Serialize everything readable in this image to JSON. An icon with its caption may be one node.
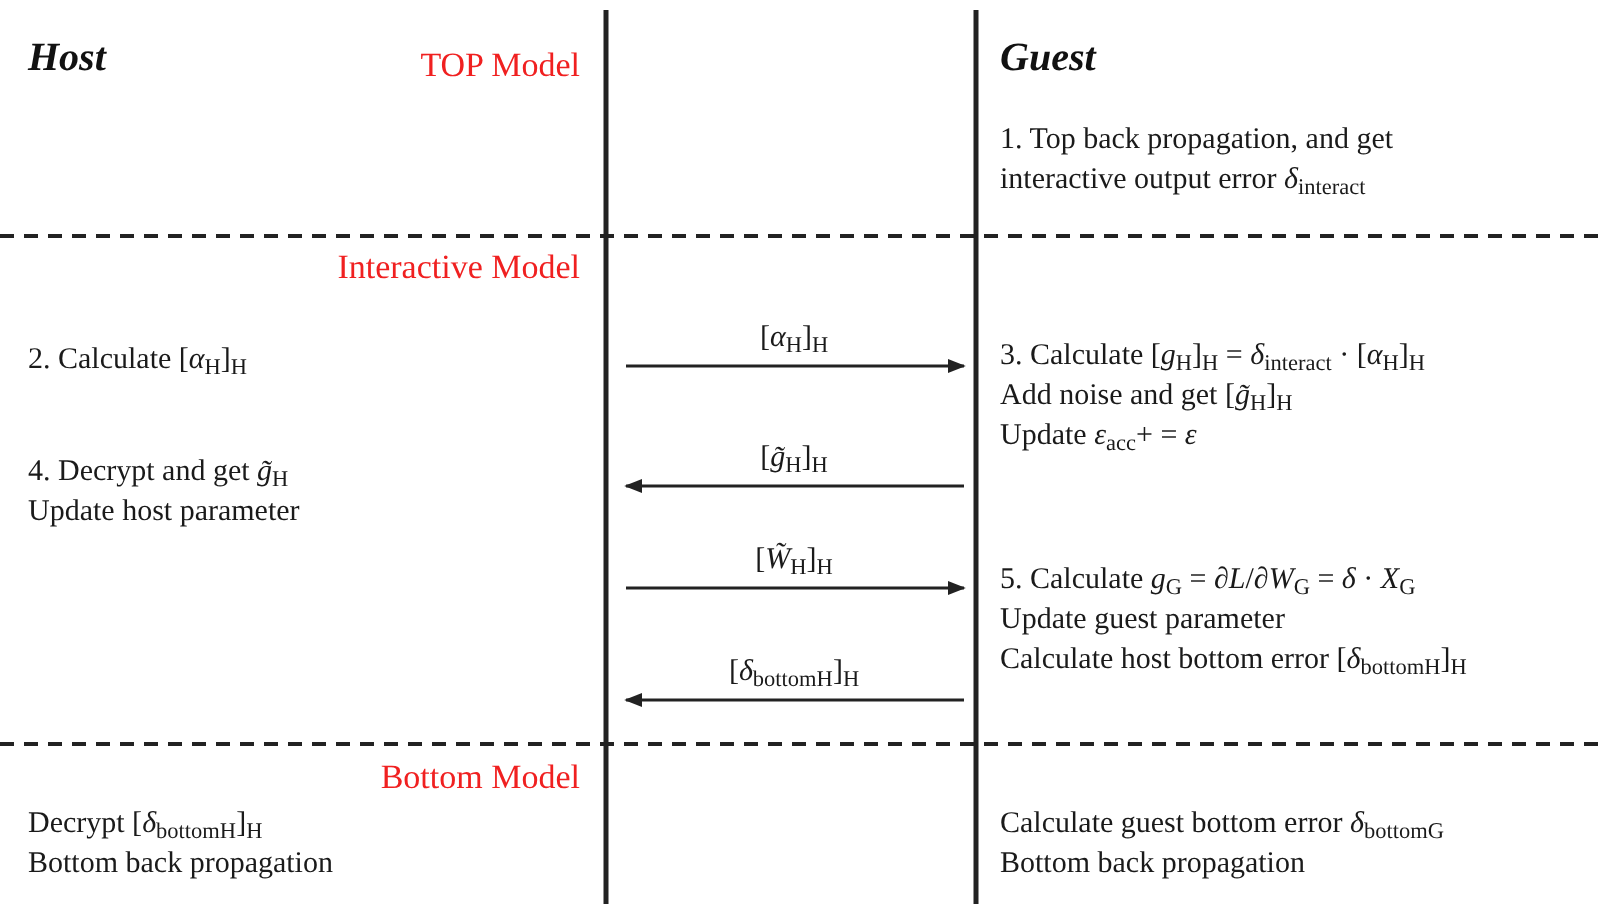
{
  "diagram": {
    "nodes": [
      {
        "text": [
          "1. Top back propagation, and get interactive output error *δ*$_{interact}$"
        ]
      },
      {
        "text": [
          "2. Calculate [*α*$_{H}$]$_{H}$"
        ]
      },
      {
        "text": [
          "3. Calculate [*g*$_{H}$]$_{H}$ = *δ*$_{interact}$ · [*α*$_{H}$]$_{H}$",
          "Add noise and get [*g̃*$_{H}$]$_{H}$",
          "Update *ε*$_{acc}$+ = *ε*"
        ]
      },
      {
        "text": [
          "4. Decrypt and get *g̃*$_{H}$",
          "Update host parameter"
        ]
      },
      {
        "text": [
          "5. Calculate *g*$_{G}$ = ∂*L*/∂*W*$_{G}$ = *δ* · *X*$_{G}$",
          "Update guest parameter",
          "Calculate host bottom error [*δ*$_{bottomH}$]$_{H}$"
        ]
      },
      {
        "text": [
          "Decrypt [*δ*$_{bottomH}$]$_{H}$",
          "Bottom back propagation"
        ]
      },
      {
        "text": [
          "Calculate guest bottom error *δ*$_{bottomG}$",
          "Bottom back propagation"
        ]
      }
    ],
    "edges": [
      {
        "from": null,
        "to": 2,
        "arrow": "to",
        "label": "[*α*$_{H}$]$_{H}$"
      },
      {
        "from": 2,
        "to": null,
        "arrow": "to",
        "label": "[*g̃*$_{H}$]$_{H}$"
      },
      {
        "from": null,
        "to": 4,
        "arrow": "to",
        "label": "[*W̃*$_{H}$]$_{H}$"
      },
      {
        "from": 4,
        "to": null,
        "arrow": "to",
        "label": "[*δ*$_{bottomH}$]$_{H}$"
      }
    ],
    "labels": [
      "Host",
      "TOP Model",
      "Guest",
      "Interactive Model",
      "Bottom Model"
    ]
  }
}
